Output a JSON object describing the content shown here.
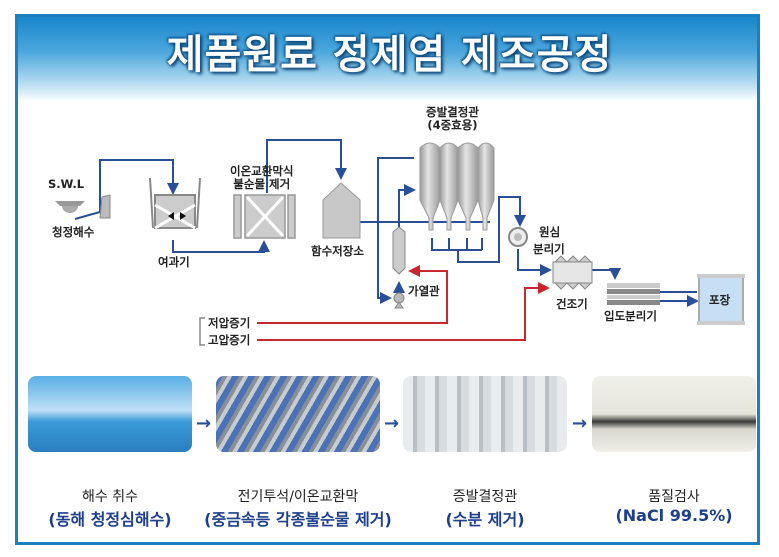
{
  "title": "제품원료 정제염 제조공정",
  "diagram": {
    "swl": "S.W.L",
    "intake": "청정해수",
    "filter": "여과기",
    "ion_exchange": [
      "이온교환막식",
      "불순물 제거"
    ],
    "storage": "함수저장소",
    "evaporator": [
      "증발결정관",
      "(4중효용)"
    ],
    "heater": "가열관",
    "centrifuge": [
      "원심",
      "분리기"
    ],
    "dryer": "건조기",
    "sizer": "입도분리기",
    "packaging": "포장",
    "low_steam": "저압증기",
    "high_steam": "고압증기"
  },
  "steps": [
    {
      "title": "해수 취수",
      "detail": "(동해 청정심해수)"
    },
    {
      "title": "전기투석/이온교환막",
      "detail": "(중금속등 각종불순물 제거)"
    },
    {
      "title": "증발결정관",
      "detail": "(수분 제거)"
    },
    {
      "title": "품질검사",
      "detail": "(NaCl 99.5%)"
    }
  ],
  "colors": {
    "flow": "#2a4f9a",
    "steam": "#c8272d",
    "frame": "#1b7fc0"
  }
}
